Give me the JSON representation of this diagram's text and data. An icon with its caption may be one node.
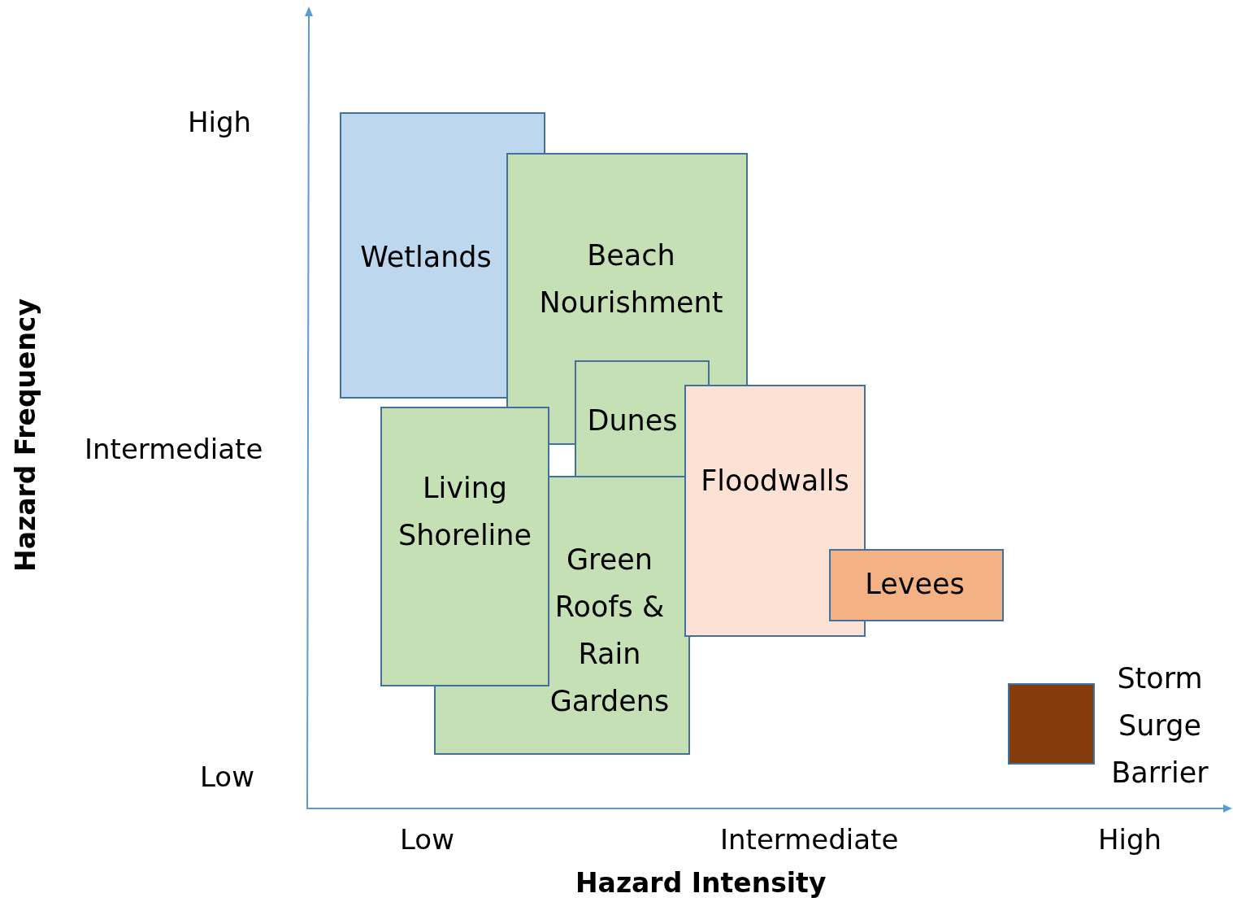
{
  "diagram": {
    "nodes": [
      {
        "text": [
          "Wetlands"
        ]
      },
      {
        "text": [
          "Beach Nourishment"
        ]
      },
      {
        "text": [
          "Dunes"
        ]
      },
      {
        "text": [
          "Floodwalls"
        ]
      },
      {
        "text": [
          "Living Shoreline"
        ]
      },
      {
        "text": [
          "Green Roofs & Rain Gardens"
        ]
      },
      {
        "text": [
          "Levees"
        ]
      },
      {
        "text": [],
        "shape": "box",
        "beside": [
          "Storm Surge Barrier"
        ]
      }
    ],
    "edges": [],
    "labels": [
      "High",
      "Intermediate",
      "Hazard Frequency",
      "Low",
      "Low",
      "Intermediate",
      "High",
      "Hazard Intensity"
    ]
  }
}
